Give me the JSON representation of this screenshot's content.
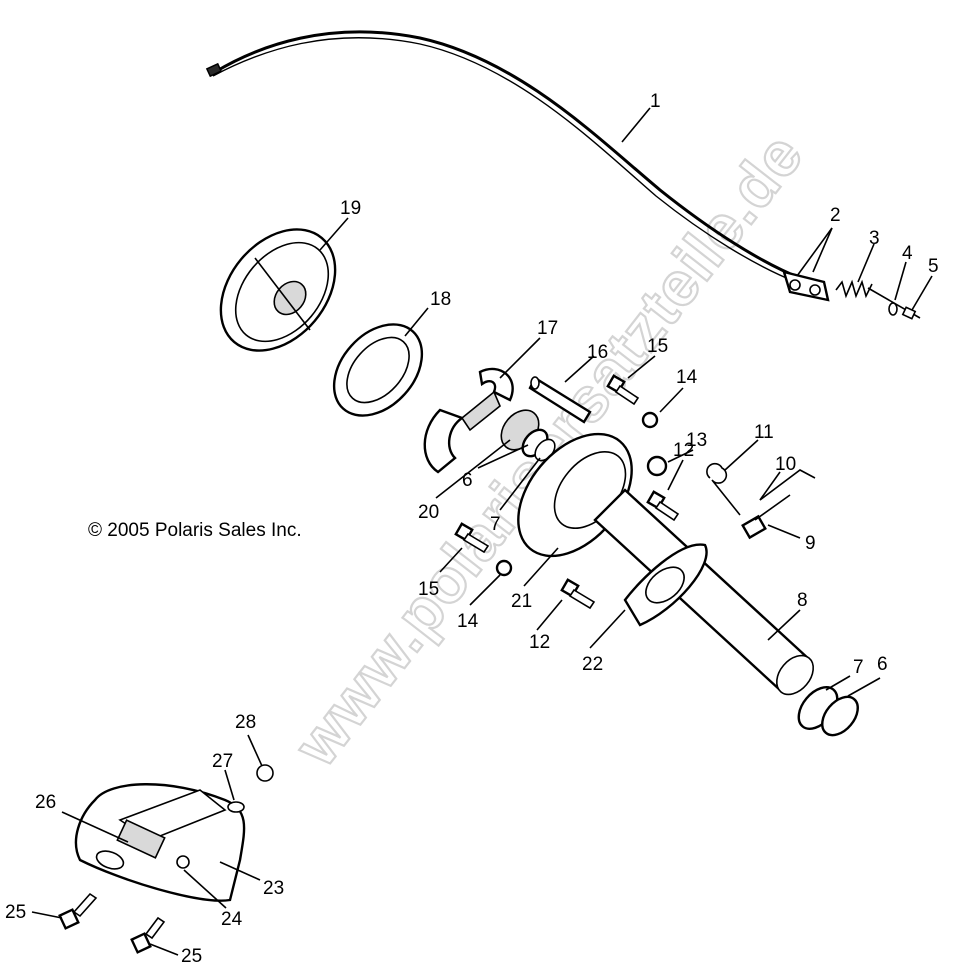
{
  "copyright": "© 2005 Polaris Sales Inc.",
  "watermark": "www.polarisersatzteile.de",
  "callouts": {
    "c1": "1",
    "c2": "2",
    "c3": "3",
    "c4": "4",
    "c5": "5",
    "c6a": "6",
    "c6b": "6",
    "c7a": "7",
    "c7b": "7",
    "c8": "8",
    "c9": "9",
    "c10": "10",
    "c11": "11",
    "c12a": "12",
    "c12b": "12",
    "c13": "13",
    "c14a": "14",
    "c14b": "14",
    "c15a": "15",
    "c15b": "15",
    "c16": "16",
    "c17": "17",
    "c18": "18",
    "c19": "19",
    "c20": "20",
    "c21": "21",
    "c22": "22",
    "c23": "23",
    "c24": "24",
    "c25a": "25",
    "c25b": "25",
    "c27": "27",
    "c28": "28",
    "c26": "26"
  }
}
